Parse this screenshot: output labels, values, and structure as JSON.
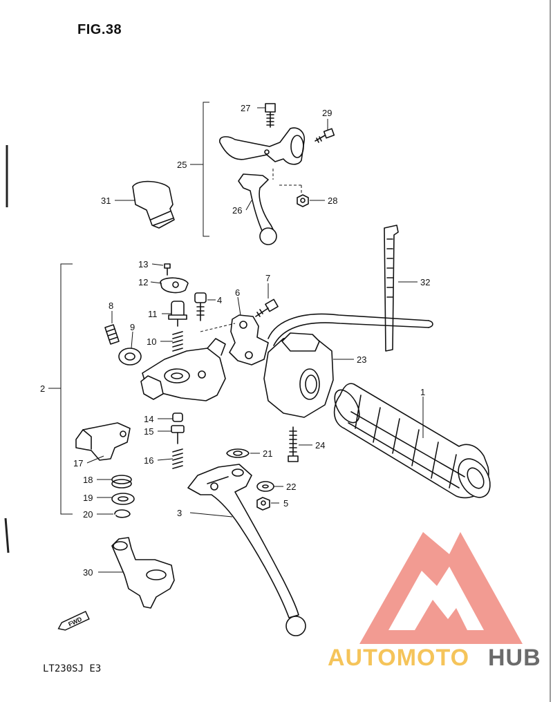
{
  "figure": {
    "title": "FIG.38",
    "model": "LT230SJ E3"
  },
  "direction_badge": "FWD",
  "watermark": {
    "brand_left": "AUTOMOTO",
    "brand_right": "HUB",
    "logo_color": "#f08a80",
    "text_color_left": "#f5c45a",
    "text_color_right": "#6b6b6b"
  },
  "callouts": [
    {
      "id": "1",
      "label": "1"
    },
    {
      "id": "2",
      "label": "2"
    },
    {
      "id": "3",
      "label": "3"
    },
    {
      "id": "4",
      "label": "4"
    },
    {
      "id": "5",
      "label": "5"
    },
    {
      "id": "6",
      "label": "6"
    },
    {
      "id": "7",
      "label": "7"
    },
    {
      "id": "8",
      "label": "8"
    },
    {
      "id": "9",
      "label": "9"
    },
    {
      "id": "10",
      "label": "10"
    },
    {
      "id": "11",
      "label": "11"
    },
    {
      "id": "12",
      "label": "12"
    },
    {
      "id": "13",
      "label": "13"
    },
    {
      "id": "14",
      "label": "14"
    },
    {
      "id": "15",
      "label": "15"
    },
    {
      "id": "16",
      "label": "16"
    },
    {
      "id": "17",
      "label": "17"
    },
    {
      "id": "18",
      "label": "18"
    },
    {
      "id": "19",
      "label": "19"
    },
    {
      "id": "20",
      "label": "20"
    },
    {
      "id": "21",
      "label": "21"
    },
    {
      "id": "22",
      "label": "22"
    },
    {
      "id": "23",
      "label": "23"
    },
    {
      "id": "24",
      "label": "24"
    },
    {
      "id": "25",
      "label": "25"
    },
    {
      "id": "26",
      "label": "26"
    },
    {
      "id": "27",
      "label": "27"
    },
    {
      "id": "28",
      "label": "28"
    },
    {
      "id": "29",
      "label": "29"
    },
    {
      "id": "30",
      "label": "30"
    },
    {
      "id": "31",
      "label": "31"
    },
    {
      "id": "32",
      "label": "32"
    }
  ]
}
